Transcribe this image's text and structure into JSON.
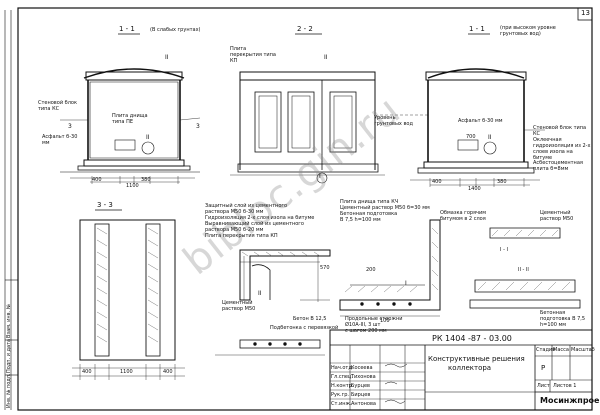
{
  "sheet": {
    "number": "13",
    "stamp_code": "РК 1404 -87 - 03.00",
    "title_line1": "Конструктивные решения",
    "title_line2": "коллектора",
    "stage_header": "Стадия",
    "mass_header": "Масса",
    "scale_header": "Масштаб",
    "stage_value": "Р",
    "sheet_label": "Лист",
    "sheets_label": "Листов 1",
    "org": "Мосинжпроект",
    "signers": [
      {
        "role": "Нач.отд.",
        "name": "Косеева"
      },
      {
        "role": "Гл.спец.",
        "name": "Тихонова"
      },
      {
        "role": "Н.контр.",
        "name": "Бурцев"
      },
      {
        "role": "Рук.гр.",
        "name": "Бирцев"
      },
      {
        "role": "Ст.инж.",
        "name": "Антонова"
      }
    ]
  },
  "sections": {
    "s11_left": "1 - 1",
    "s11_left_note": "(В слабых грунтах)",
    "s22": "2 - 2",
    "s11_right": "1 - 1",
    "s11_right_note": "(при высоком уровне грунтовых вод)",
    "s33": "3 - 3",
    "roman2": "II",
    "roman1": "I",
    "mark3": "3"
  },
  "labels": {
    "slab_top": "Плита перекрытия типа КП",
    "wall_left": "Стеновой блок типа КС",
    "bottom_slab": "Плита днища типа ПЕ",
    "asphalt_left": "Асфальт б-30 мм",
    "gwl": "Уровень грунтовых вод",
    "asphalt_right": "Асфальт б-30 мм",
    "wall_right": "Стеновой блок типа КС",
    "waterproof_right": "Оклеечная гидроизоляция из 2-х слоев изола на битуме",
    "asbestos": "Асбестоцементная плита б=8мм",
    "dim_400": "400",
    "dim_380": "380",
    "dim_700": "700",
    "dim_1100": "1100",
    "dim_1400": "1400",
    "dim_200": "200",
    "dim_570": "570",
    "dim_100": "100",
    "layers": [
      "Защитный слой из цементного",
      "раствора М50 б-30 мм",
      "Гидроизоляция 2-х слоя изола на битуме",
      "Выравнивающий слой из цементного",
      "раствора М50 б-20 мм",
      "Плита перекрытия типа КП"
    ],
    "slab_bottom_type": "Плита днища типа КЧ",
    "cement_mortar": "Цементный раствор М50 б=30 мм",
    "concrete_prep": "Бетонная подготовка",
    "concrete_class": "В 7,5 h=100 мм",
    "plaster": "Цементный раствор М50",
    "concrete_b": "Бетон В 12,5",
    "rebar": "Продольные стержни",
    "rebar2": "Ø10А-III, 3 шт",
    "rebar3": "с шагом 200 мм",
    "fill": "Подбетонка с перевязкой",
    "grease": "Обмазка горячим битумом в 2 слоя",
    "cement_m50": "Цементный раствор М50",
    "concrete_b75": "Бетонная подготовка В 7,5 h=100 мм",
    "ll": "I - I",
    "iii": "II - II",
    "sidebar1": "Взам. инв. №",
    "sidebar2": "Подп. и дата",
    "sidebar3": "Инв. № подл."
  },
  "watermark": "bibloc.gin.ru",
  "colors": {
    "ink": "#111111",
    "hatch": "#555555",
    "watermark": "#8c8c8c"
  }
}
